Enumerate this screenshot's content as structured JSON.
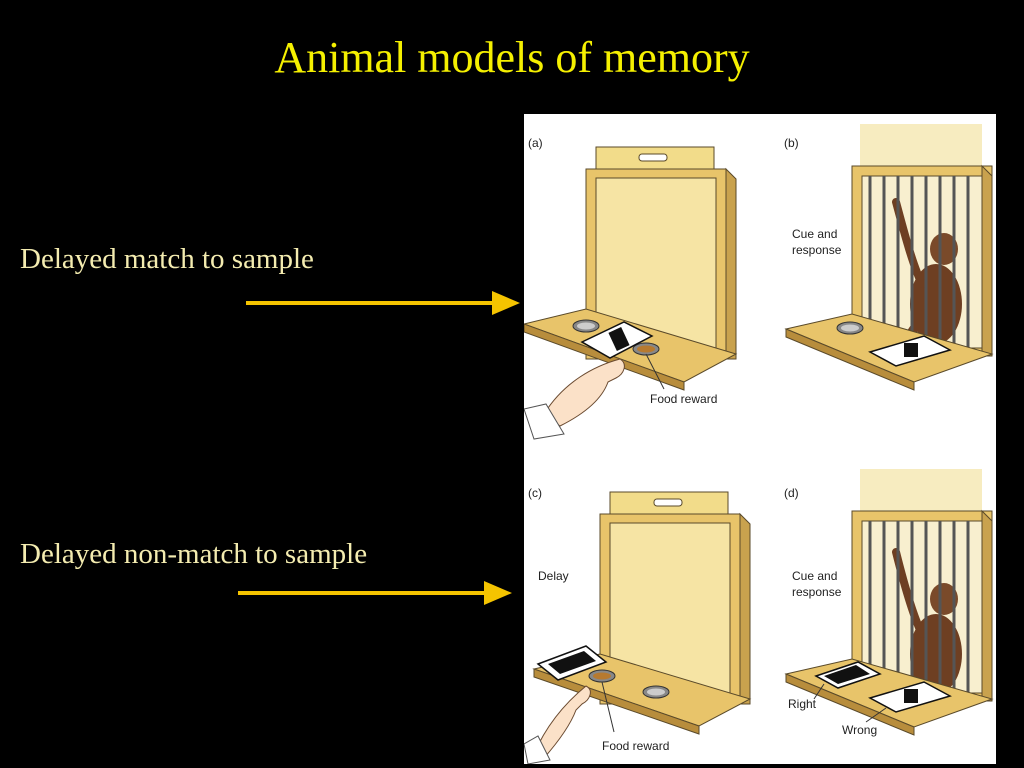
{
  "slide": {
    "title": "Animal models of memory",
    "labels": {
      "match": "Delayed match to sample",
      "nonmatch": "Delayed non-match to sample"
    },
    "arrow_color": "#f5c400"
  },
  "figure": {
    "panels": {
      "a": {
        "letter": "(a)",
        "caption": "Food reward"
      },
      "b": {
        "letter": "(b)",
        "caption_line1": "Cue and",
        "caption_line2": "response"
      },
      "c": {
        "letter": "(c)",
        "side_label": "Delay",
        "caption": "Food reward"
      },
      "d": {
        "letter": "(d)",
        "caption_line1": "Cue and",
        "caption_line2": "response",
        "right": "Right",
        "wrong": "Wrong"
      }
    }
  }
}
